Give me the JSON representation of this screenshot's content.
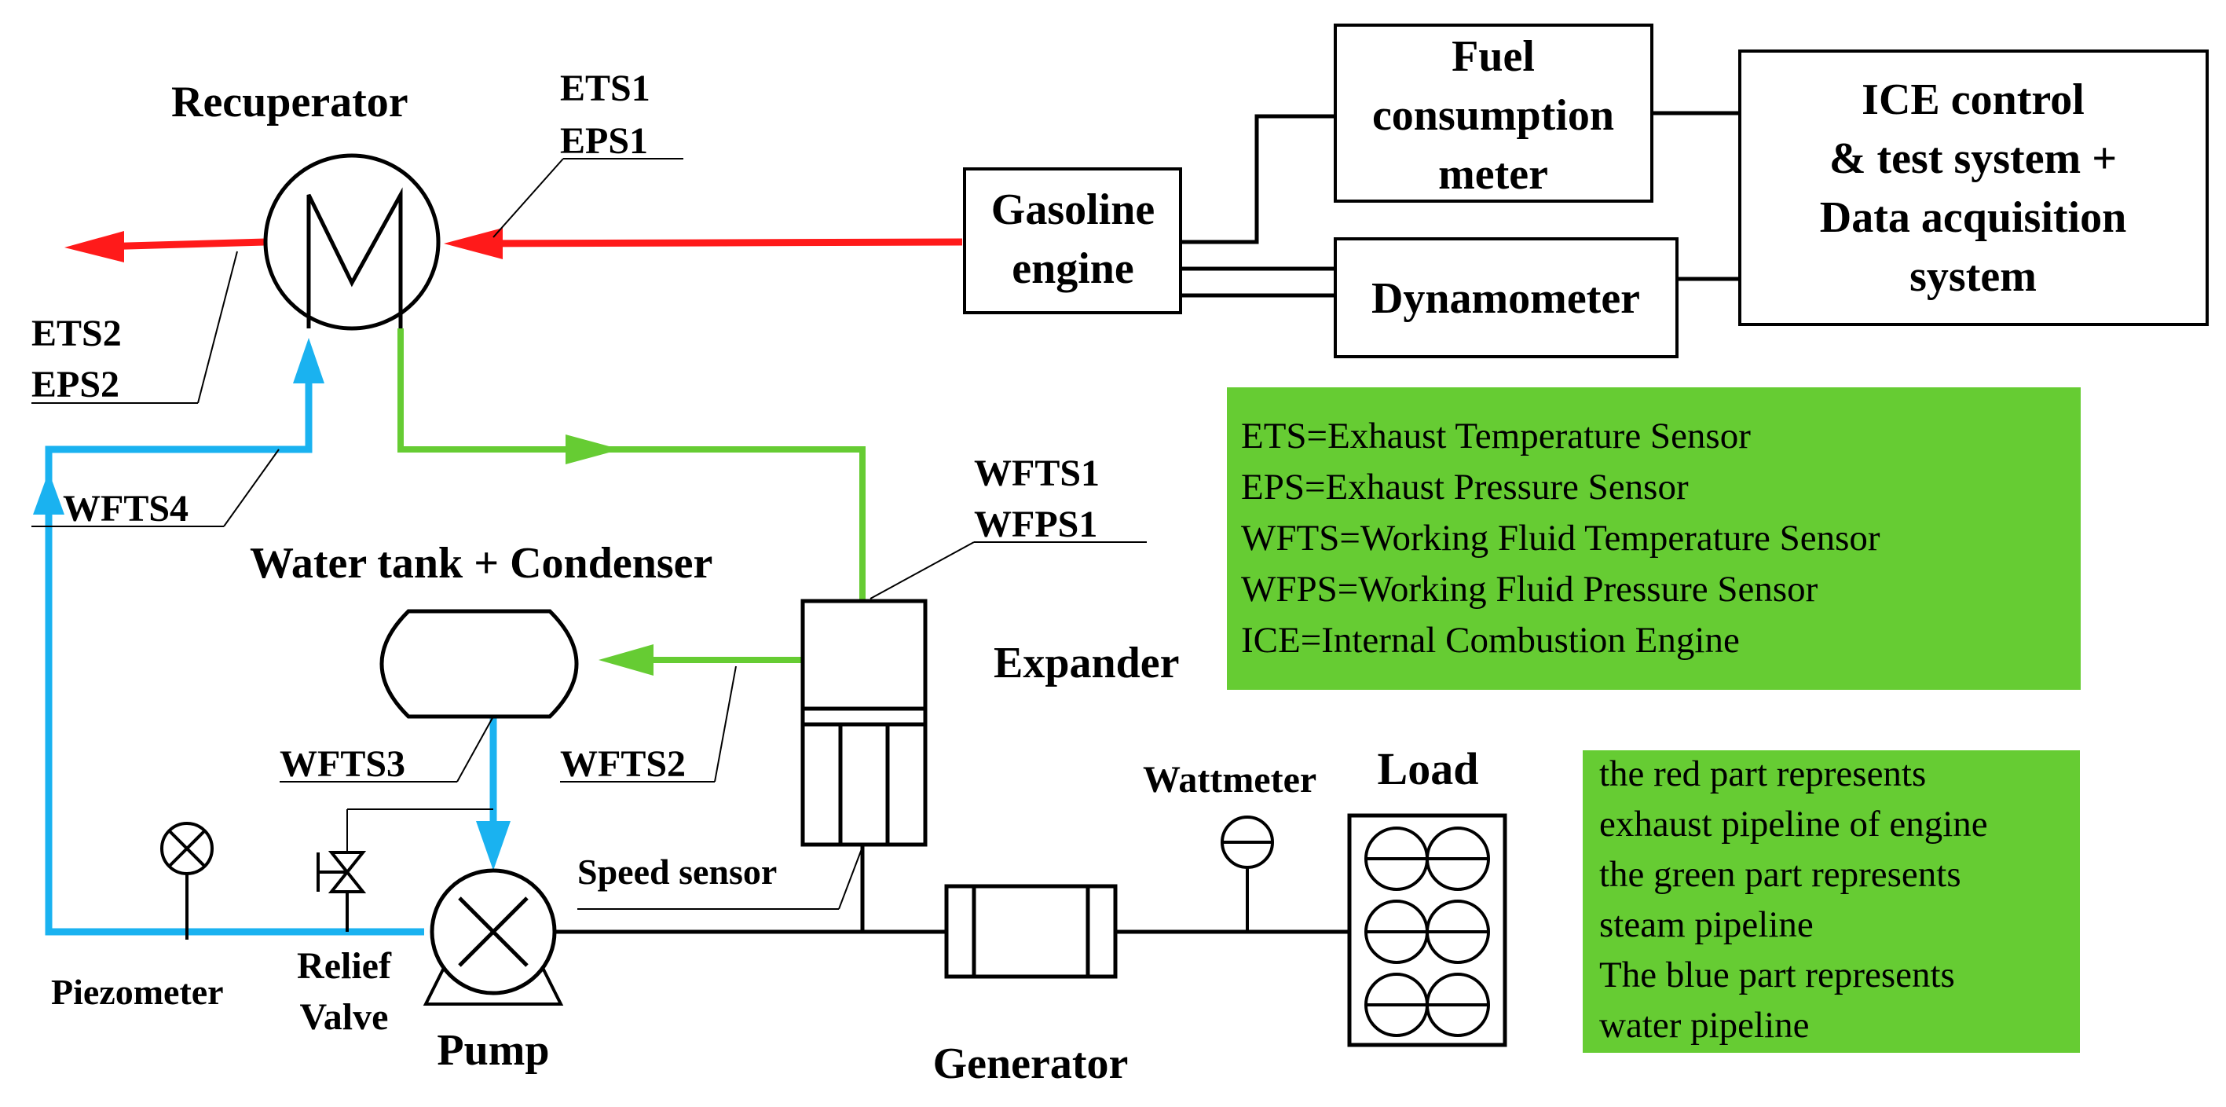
{
  "labels": {
    "recuperator": "Recuperator",
    "ets1": "ETS1",
    "eps1": "EPS1",
    "ets2": "ETS2",
    "eps2": "EPS2",
    "wfts4": "WFTS4",
    "wfts1": "WFTS1",
    "wfps1": "WFPS1",
    "water_tank": "Water tank + Condenser",
    "expander": "Expander",
    "wfts3": "WFTS3",
    "wfts2": "WFTS2",
    "speed_sensor": "Speed sensor",
    "piezometer": "Piezometer",
    "relief": "Relief",
    "valve": "Valve",
    "pump": "Pump",
    "generator": "Generator",
    "wattmeter": "Wattmeter",
    "load": "Load",
    "gasoline_1": "Gasoline",
    "gasoline_2": "engine",
    "fuel_1": "Fuel",
    "fuel_2": "consumption",
    "fuel_3": "meter",
    "dynamometer": "Dynamometer",
    "ice_1": "ICE control",
    "ice_2": "& test system +",
    "ice_3": "Data acquisition",
    "ice_4": "system"
  },
  "legend_abbrev": [
    "ETS=Exhaust Temperature Sensor",
    "EPS=Exhaust Pressure Sensor",
    "WFTS=Working Fluid Temperature Sensor",
    "WFPS=Working Fluid Pressure Sensor",
    "ICE=Internal Combustion Engine"
  ],
  "legend_colors": [
    "the red part represents",
    "exhaust pipeline of engine",
    "the green part represents",
    "steam pipeline",
    "The blue part represents",
    "water pipeline"
  ],
  "colors": {
    "exhaust_red": "#ff1a1a",
    "steam_green": "#66cc33",
    "water_blue": "#1ab2f0",
    "legend_bg": "#66cc33"
  }
}
